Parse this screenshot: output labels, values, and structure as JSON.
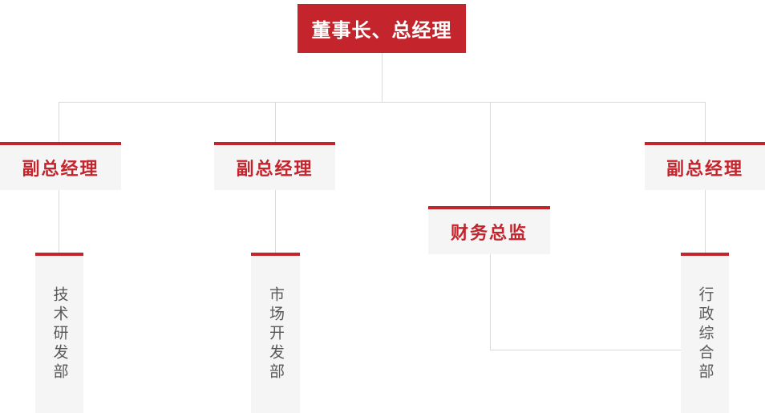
{
  "chart_type": "org-chart",
  "colors": {
    "primary_red": "#c4242c",
    "node_background": "#f5f5f5",
    "connector_line": "#d9d9d9",
    "root_text": "#ffffff",
    "level2_text": "#c4242c",
    "department_text": "#595959",
    "page_background": "#ffffff"
  },
  "nodes": {
    "root": {
      "label": "董事长、总经理"
    },
    "vp_left": {
      "label": "副总经理"
    },
    "vp_middle": {
      "label": "副总经理"
    },
    "cfo": {
      "label": "财务总监"
    },
    "vp_right": {
      "label": "副总经理"
    },
    "dept_tech": {
      "label": "技术研发部"
    },
    "dept_market": {
      "label": "市场开发部"
    },
    "dept_admin": {
      "label": "行政综合部"
    }
  },
  "edges": [
    {
      "from": "root",
      "to": "vp_left"
    },
    {
      "from": "root",
      "to": "vp_middle"
    },
    {
      "from": "root",
      "to": "cfo"
    },
    {
      "from": "root",
      "to": "vp_right"
    },
    {
      "from": "vp_left",
      "to": "dept_tech"
    },
    {
      "from": "vp_middle",
      "to": "dept_market"
    },
    {
      "from": "vp_right",
      "to": "dept_admin"
    },
    {
      "from": "cfo",
      "to": "dept_admin"
    }
  ]
}
